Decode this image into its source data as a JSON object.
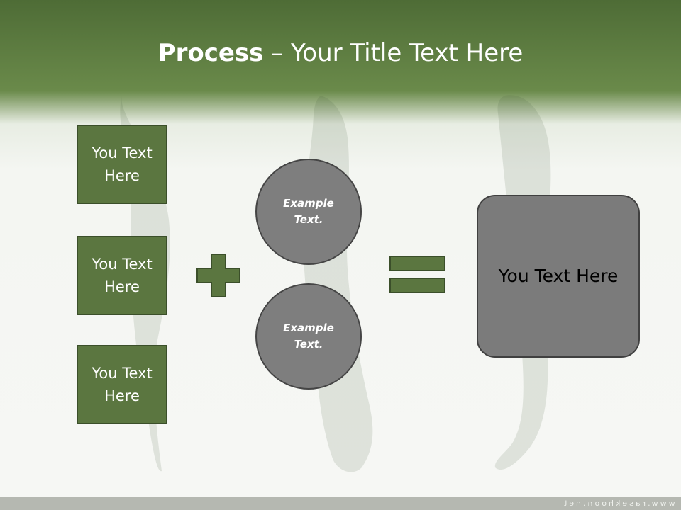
{
  "title": {
    "bold": "Process",
    "dash": "–",
    "rest": "Your Title Text Here"
  },
  "left_boxes": [
    {
      "label": "You Text Here"
    },
    {
      "label": "You Text Here"
    },
    {
      "label": "You Text Here"
    }
  ],
  "circles": [
    {
      "label": "Example Text."
    },
    {
      "label": "Example Text."
    }
  ],
  "result": {
    "label": "You Text Here"
  },
  "footer": {
    "text": "www.rasekhoon.net"
  },
  "colors": {
    "header_green": "#5e7e42",
    "box_green": "#5b7640",
    "box_border": "#3b4f2a",
    "circle_gray": "#7e7e7e",
    "result_gray": "#7b7b7b",
    "operator_green": "#5b7640"
  },
  "icons": {
    "plus": "plus-icon",
    "equals": "equals-icon"
  }
}
